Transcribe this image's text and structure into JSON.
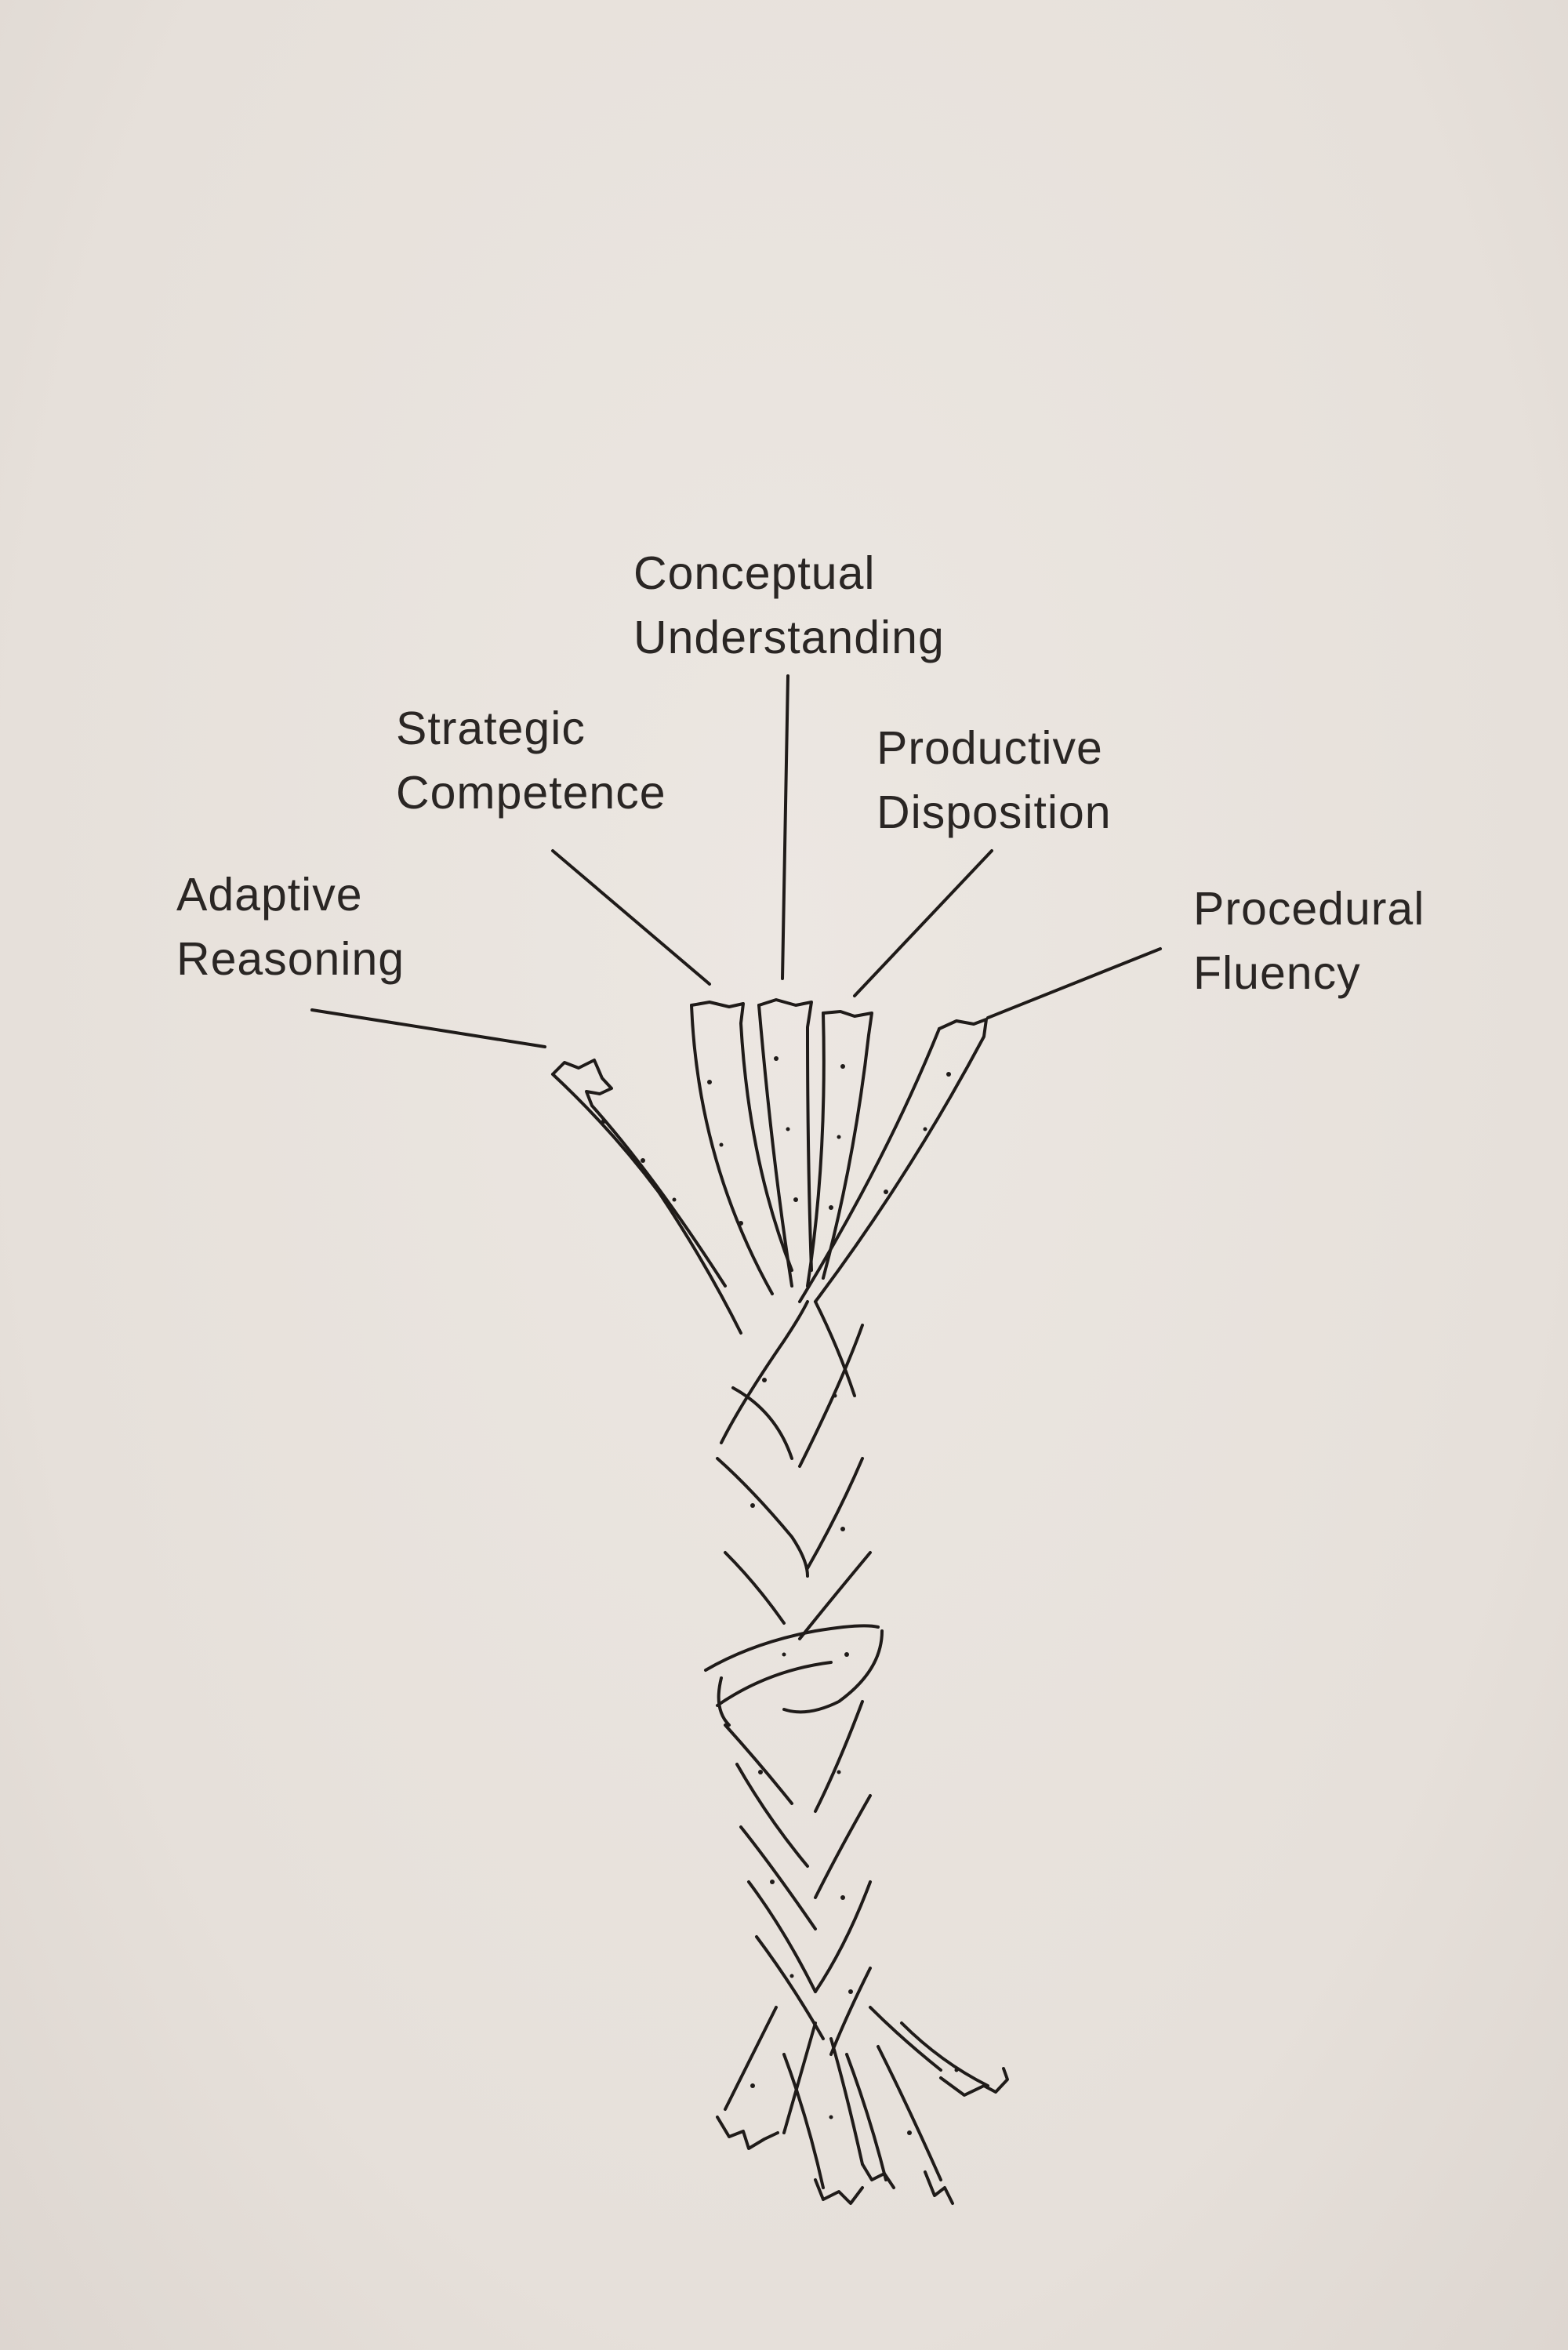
{
  "diagram": {
    "strands": [
      {
        "id": "conceptual",
        "line1": "Conceptual",
        "line2": "Understanding"
      },
      {
        "id": "strategic",
        "line1": "Strategic",
        "line2": "Competence"
      },
      {
        "id": "productive",
        "line1": "Productive",
        "line2": "Disposition"
      },
      {
        "id": "adaptive",
        "line1": "Adaptive",
        "line2": "Reasoning"
      },
      {
        "id": "procedural",
        "line1": "Procedural",
        "line2": "Fluency"
      }
    ]
  },
  "colors": {
    "paper": "#e9e3de",
    "ink": "#1f1b19",
    "text": "#2a2624"
  }
}
